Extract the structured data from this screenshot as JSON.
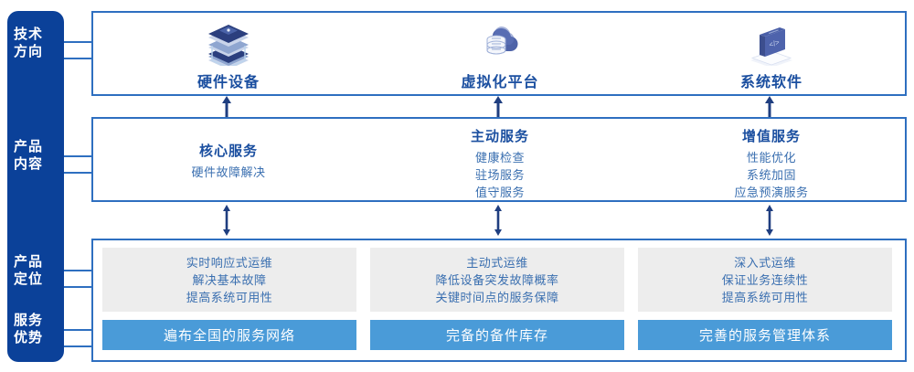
{
  "sidebar": {
    "items": [
      {
        "name": "technology-direction",
        "lines": [
          "技术",
          "方向"
        ]
      },
      {
        "name": "product-content",
        "lines": [
          "产品",
          "内容"
        ]
      },
      {
        "name": "product-positioning",
        "lines": [
          "产品",
          "定位"
        ]
      },
      {
        "name": "service-advantage",
        "lines": [
          "服务",
          "优势"
        ]
      }
    ]
  },
  "technology": {
    "columns": [
      {
        "icon": "server-stack-icon",
        "label": "硬件设备"
      },
      {
        "icon": "cloud-database-icon",
        "label": "虚拟化平台"
      },
      {
        "icon": "laptop-code-icon",
        "label": "系统软件"
      }
    ]
  },
  "product_content": {
    "columns": [
      {
        "title": "核心服务",
        "items": [
          "硬件故障解决"
        ]
      },
      {
        "title": "主动服务",
        "items": [
          "健康检查",
          "驻场服务",
          "值守服务"
        ]
      },
      {
        "title": "增值服务",
        "items": [
          "性能优化",
          "系统加固",
          "应急预演服务"
        ]
      }
    ]
  },
  "positioning": {
    "columns": [
      {
        "points": [
          "实时响应式运维",
          "解决基本故障",
          "提高系统可用性"
        ],
        "advantage": "遍布全国的服务网络"
      },
      {
        "points": [
          "主动式运维",
          "降低设备突发故障概率",
          "关键时间点的服务保障"
        ],
        "advantage": "完备的备件库存"
      },
      {
        "points": [
          "深入式运维",
          "保证业务连续性",
          "提高系统可用性"
        ],
        "advantage": "完善的服务管理体系"
      }
    ]
  },
  "colors": {
    "sidebar_bg": "#0B4199",
    "box_border": "#2E6FC0",
    "heading_blue": "#1B4FA0",
    "body_blue": "#3A6FB0",
    "card_gray": "#EDEDED",
    "bar_blue": "#4A9BD8",
    "arrow_navy": "#1F3E80"
  }
}
